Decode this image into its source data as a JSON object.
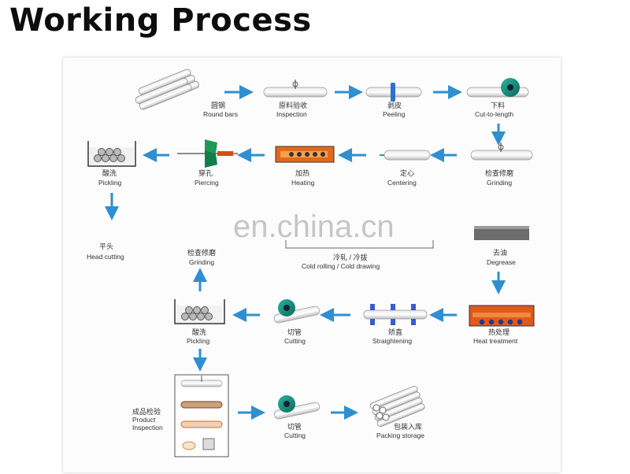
{
  "title": "Working Process",
  "watermark": "en.china.cn",
  "accent_color": "#2f8fd0",
  "steps": {
    "round_bars": {
      "zh": "圆钢",
      "en": "Round bars",
      "icon": "round-bars-icon"
    },
    "inspection": {
      "zh": "原料验收",
      "en": "Inspection",
      "icon": "pipe-inspection-icon"
    },
    "peeling": {
      "zh": "剥皮",
      "en": "Peeling",
      "icon": "peeling-icon"
    },
    "cut_to_length": {
      "zh": "下料",
      "en": "Cut-to-length",
      "icon": "saw-cutting-icon"
    },
    "grinding_1": {
      "zh": "检查修磨",
      "en": "Grinding",
      "icon": "grinding-icon"
    },
    "centering": {
      "zh": "定心",
      "en": "Centering",
      "icon": "centering-icon"
    },
    "heating": {
      "zh": "加热",
      "en": "Heating",
      "icon": "furnace-icon"
    },
    "piercing": {
      "zh": "穿孔",
      "en": "Piercing",
      "icon": "piercing-mill-icon"
    },
    "pickling_1": {
      "zh": "酸洗",
      "en": "Pickling",
      "icon": "pickling-tank-icon"
    },
    "head_cutting": {
      "zh": "平头",
      "en": "Head cutting",
      "icon": ""
    },
    "grinding_2": {
      "zh": "检查修磨",
      "en": "Grinding",
      "icon": ""
    },
    "cold_rolling": {
      "zh": "冷轧 / 冷拔",
      "en": "Cold rolling / Cold drawing",
      "icon": "bracket-icon"
    },
    "degrease": {
      "zh": "去油",
      "en": "Degrease",
      "icon": "degrease-tank-icon"
    },
    "heat_treatment": {
      "zh": "热处理",
      "en": "Heat treatment",
      "icon": "heat-treatment-furnace-icon"
    },
    "straightening": {
      "zh": "矫直",
      "en": "Straightening",
      "icon": "straightening-rollers-icon"
    },
    "cutting_1": {
      "zh": "切管",
      "en": "Cutting",
      "icon": "saw-cutting-icon"
    },
    "pickling_2": {
      "zh": "酸洗",
      "en": "Pickling",
      "icon": "pickling-tank-icon"
    },
    "product_inspection": {
      "zh": "成品检验",
      "en_line1": "Product",
      "en_line2": "Inspection",
      "icon": "product-inspection-icon"
    },
    "cutting_2": {
      "zh": "切管",
      "en": "Cutting",
      "icon": "saw-cutting-icon"
    },
    "packing_storage": {
      "zh": "包装入库",
      "en": "Packing storage",
      "icon": "pipe-bundle-icon"
    }
  }
}
